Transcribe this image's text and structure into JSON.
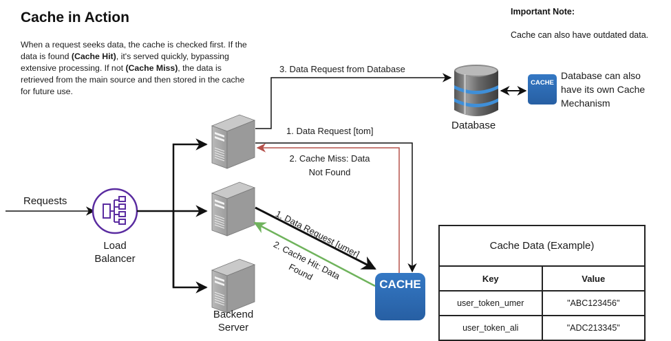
{
  "header": {
    "title": "Cache in Action",
    "intro": {
      "part1": "When a request seeks data, the cache is checked first. If the data is found ",
      "hit_bold": "(Cache Hit)",
      "part2": ", it's served quickly, bypassing extensive processing. If not ",
      "miss_bold": "(Cache Miss)",
      "part3": ", the data is retrieved from the main source and then stored in the cache for future use."
    }
  },
  "note": {
    "title": "Important Note:",
    "text": "Cache can also have outdated data."
  },
  "nodes": {
    "requests_label": "Requests",
    "load_balancer": {
      "line1": "Load",
      "line2": "Balancer",
      "icon": "load-balancer-icon"
    },
    "backend_server": {
      "line1": "Backend",
      "line2": "Server",
      "icon": "server-icon"
    },
    "cache": {
      "label": "CACHE",
      "icon": "cache-icon"
    },
    "database": {
      "label": "Database",
      "icon": "database-icon"
    },
    "db_cache": {
      "label": "CACHE",
      "description": [
        "Database can also",
        "have its own Cache",
        "Mechanism"
      ]
    }
  },
  "edges": {
    "db_request": "3. Data Request from Database",
    "miss_request": "1. Data Request [tom]",
    "miss_response": [
      "2. Cache Miss: Data",
      "Not Found"
    ],
    "hit_request": "1. Data Request [umer]",
    "hit_response": [
      "2. Cache Hit: Data",
      "Found"
    ]
  },
  "colors": {
    "cache_blue": "#2f6db5",
    "miss_red": "#b5504a",
    "hit_green": "#6fb35c",
    "lb_purple": "#5a2ca0"
  },
  "cache_table": {
    "caption": "Cache Data (Example)",
    "headers": [
      "Key",
      "Value"
    ],
    "rows": [
      [
        "user_token_umer",
        "\"ABC123456\""
      ],
      [
        "user_token_ali",
        "\"ADC213345\""
      ]
    ]
  }
}
